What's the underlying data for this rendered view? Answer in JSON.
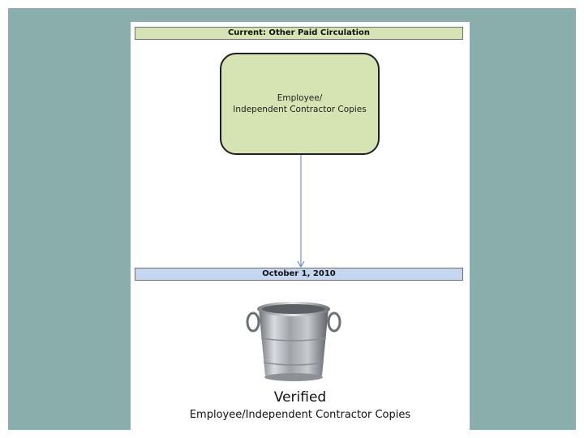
{
  "diagram": {
    "top_bar": {
      "label": "Current:  Other Paid Circulation"
    },
    "node": {
      "line1": "Employee/",
      "line2": "Independent Contractor Copies"
    },
    "mid_bar": {
      "label": "October 1, 2010"
    },
    "bucket_icon": "ice-bucket-icon",
    "result": {
      "title": "Verified",
      "subtitle": "Employee/Independent Contractor Copies"
    }
  },
  "colors": {
    "background": "#8aaeac",
    "top_bar": "#d6e4b3",
    "node_fill": "#d6e4b3",
    "mid_bar": "#c5d6f0",
    "arrow": "#5b7fc0"
  }
}
